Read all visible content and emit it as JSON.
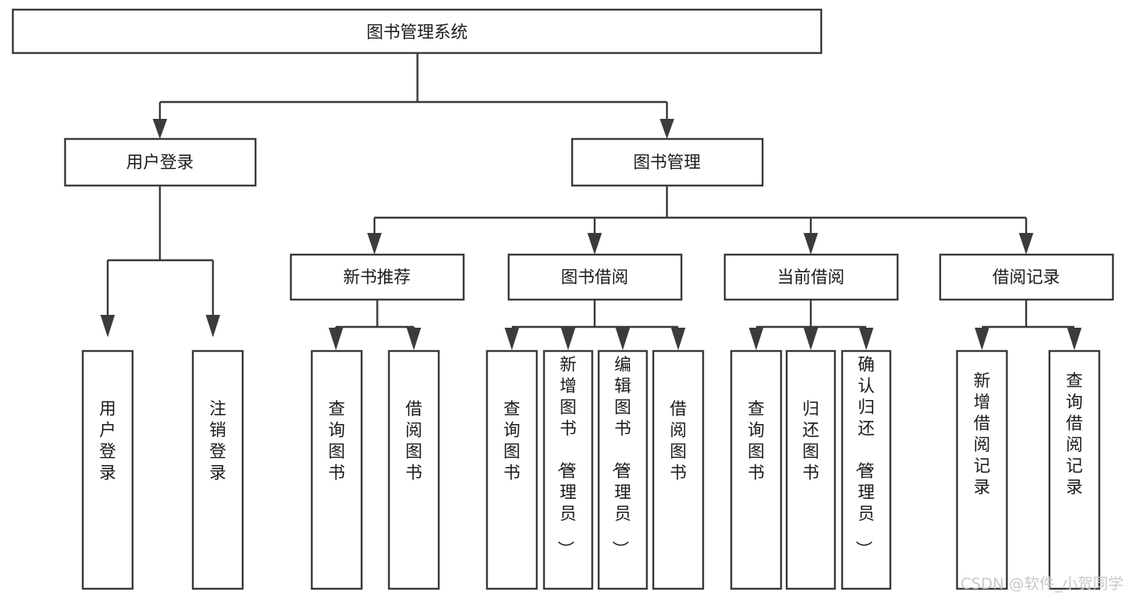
{
  "diagram": {
    "type": "tree",
    "title": "图书管理系统",
    "orientation": "top-down",
    "root": {
      "id": "root",
      "label": "图书管理系统",
      "level": 0,
      "text_orientation": "horizontal"
    },
    "nodes": [
      {
        "id": "user-login",
        "label": "用户登录",
        "level": 1,
        "parent": "root",
        "text_orientation": "horizontal"
      },
      {
        "id": "book-manage",
        "label": "图书管理",
        "level": 1,
        "parent": "root",
        "text_orientation": "horizontal"
      },
      {
        "id": "new-book-recommend",
        "label": "新书推荐",
        "level": 2,
        "parent": "book-manage",
        "text_orientation": "horizontal"
      },
      {
        "id": "book-borrow",
        "label": "图书借阅",
        "level": 2,
        "parent": "book-manage",
        "text_orientation": "horizontal"
      },
      {
        "id": "current-borrow",
        "label": "当前借阅",
        "level": 2,
        "parent": "book-manage",
        "text_orientation": "horizontal"
      },
      {
        "id": "borrow-record",
        "label": "借阅记录",
        "level": 2,
        "parent": "book-manage",
        "text_orientation": "horizontal"
      },
      {
        "id": "leaf-user-login",
        "label": "用户登录",
        "level": 3,
        "parent": "user-login",
        "text_orientation": "vertical"
      },
      {
        "id": "leaf-logout",
        "label": "注销登录",
        "level": 3,
        "parent": "user-login",
        "text_orientation": "vertical"
      },
      {
        "id": "leaf-query-book-1",
        "label": "查询图书",
        "level": 3,
        "parent": "new-book-recommend",
        "text_orientation": "vertical"
      },
      {
        "id": "leaf-borrow-book-1",
        "label": "借阅图书",
        "level": 3,
        "parent": "new-book-recommend",
        "text_orientation": "vertical"
      },
      {
        "id": "leaf-query-book-2",
        "label": "查询图书",
        "level": 3,
        "parent": "book-borrow",
        "text_orientation": "vertical"
      },
      {
        "id": "leaf-add-book",
        "label": "新增图书（管理员）",
        "level": 3,
        "parent": "book-borrow",
        "text_orientation": "vertical"
      },
      {
        "id": "leaf-edit-book",
        "label": "编辑图书（管理员）",
        "level": 3,
        "parent": "book-borrow",
        "text_orientation": "vertical"
      },
      {
        "id": "leaf-borrow-book-2",
        "label": "借阅图书",
        "level": 3,
        "parent": "book-borrow",
        "text_orientation": "vertical"
      },
      {
        "id": "leaf-query-book-3",
        "label": "查询图书",
        "level": 3,
        "parent": "current-borrow",
        "text_orientation": "vertical"
      },
      {
        "id": "leaf-return-book",
        "label": "归还图书",
        "level": 3,
        "parent": "current-borrow",
        "text_orientation": "vertical"
      },
      {
        "id": "leaf-confirm-return",
        "label": "确认归还（管理员）",
        "level": 3,
        "parent": "current-borrow",
        "text_orientation": "vertical"
      },
      {
        "id": "leaf-add-record",
        "label": "新增借阅记录",
        "level": 3,
        "parent": "borrow-record",
        "text_orientation": "vertical"
      },
      {
        "id": "leaf-query-record",
        "label": "查询借阅记录",
        "level": 3,
        "parent": "borrow-record",
        "text_orientation": "vertical"
      }
    ],
    "colors": {
      "box_stroke": "#3b3b3b",
      "box_fill": "#ffffff",
      "connector": "#3b3b3b",
      "label_text": "#1a1a1a",
      "background": "#ffffff",
      "watermark": "#c8c8c8"
    }
  },
  "watermark": {
    "text": "CSDN @软件_小贺同学"
  }
}
